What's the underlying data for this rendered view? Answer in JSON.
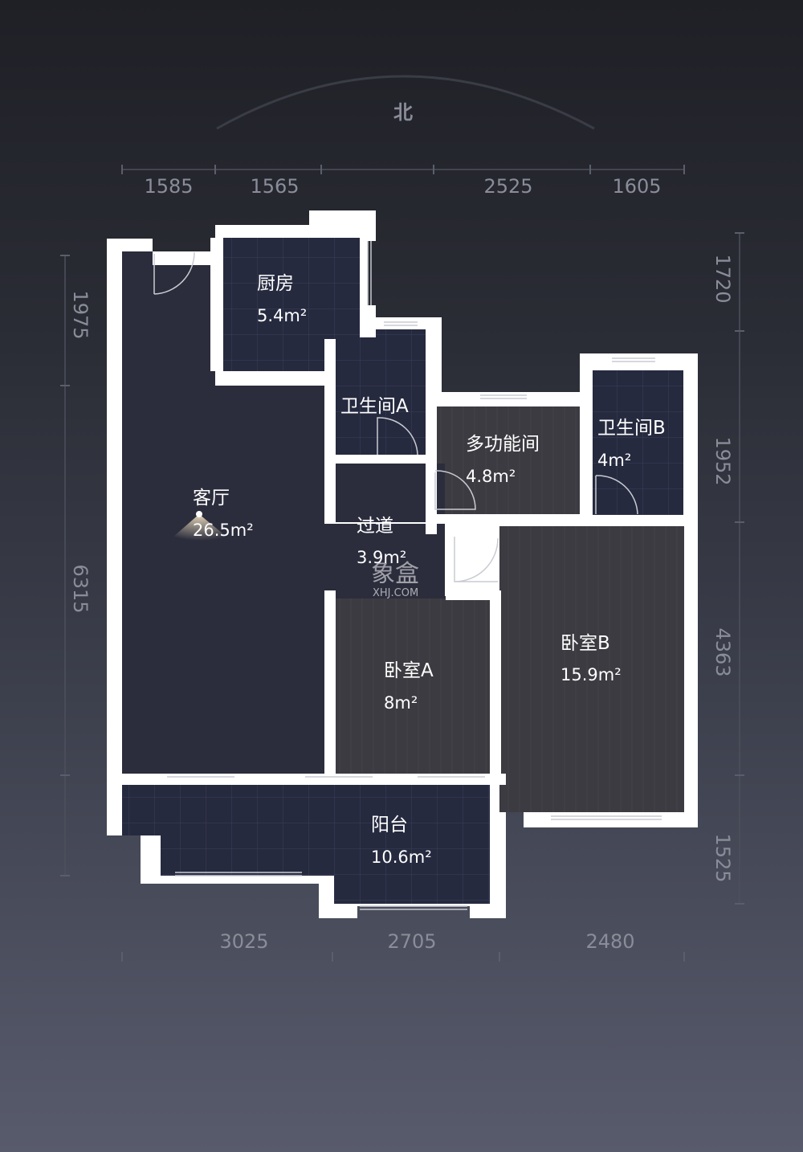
{
  "compass": {
    "north_label": "北"
  },
  "dimensions": {
    "top": [
      "1585",
      "1565",
      "2525",
      "1605"
    ],
    "bottom": [
      "3025",
      "2705",
      "2480"
    ],
    "left": [
      "1975",
      "6315"
    ],
    "right": [
      "1720",
      "1952",
      "4363",
      "1525"
    ]
  },
  "rooms": {
    "kitchen": {
      "name": "厨房",
      "area": "5.4m²"
    },
    "bath_a": {
      "name": "卫生间A"
    },
    "multi": {
      "name": "多功能间",
      "area": "4.8m²"
    },
    "bath_b": {
      "name": "卫生间B",
      "area": "4m²"
    },
    "living": {
      "name": "客厅",
      "area": "26.5m²"
    },
    "corridor": {
      "name": "过道",
      "area": "3.9m²"
    },
    "bedroom_a": {
      "name": "卧室A",
      "area": "8m²"
    },
    "bedroom_b": {
      "name": "卧室B",
      "area": "15.9m²"
    },
    "balcony": {
      "name": "阳台",
      "area": "10.6m²"
    }
  },
  "watermark": {
    "logo": "象盒",
    "site": "XHJ.COM"
  },
  "colors": {
    "wall": "#ffffff",
    "dark_floor": "#2b2d3c",
    "tile_floor": "#262a3f",
    "wood_floor": "#3c3b41"
  }
}
